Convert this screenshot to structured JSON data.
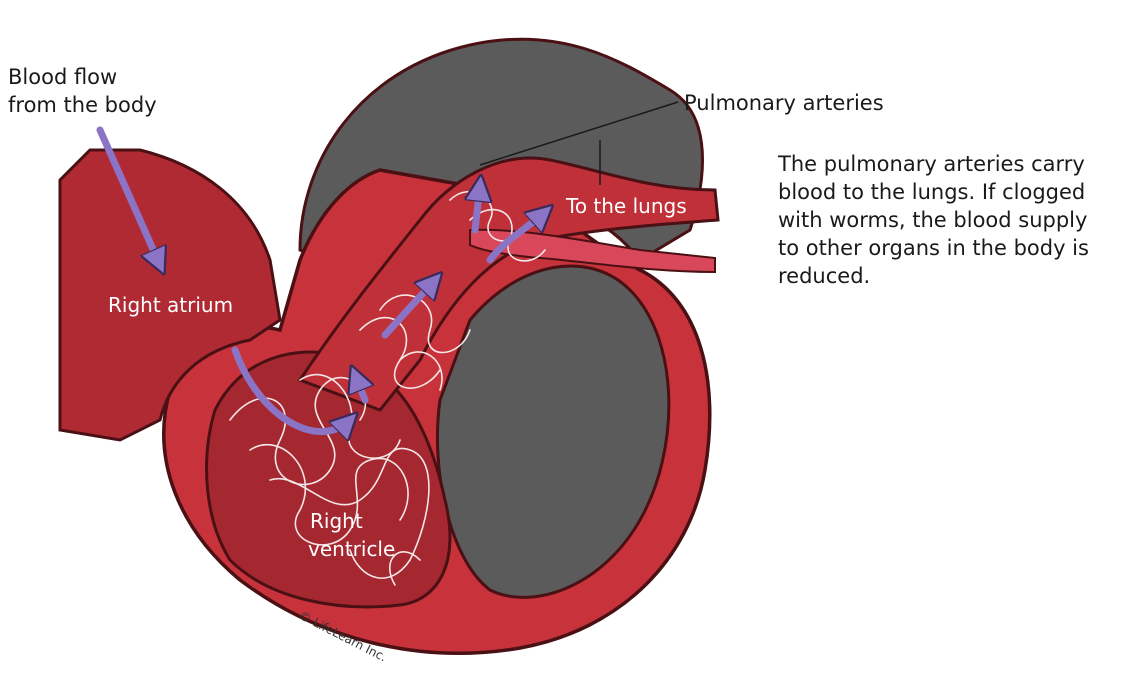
{
  "labels": {
    "blood_flow": [
      "Blood flow",
      "from the body"
    ],
    "right_atrium": "Right atrium",
    "pulmonary_arteries": "Pulmonary arteries",
    "to_the_lungs": "To the lungs",
    "right_ventricle": [
      "Right",
      "ventricle"
    ],
    "copyright": "© LifeLearn Inc."
  },
  "note": {
    "lines": [
      "The pulmonary arteries carry",
      "blood to the lungs. If clogged",
      "with worms, the blood supply",
      "to other organs in the body is",
      "reduced."
    ]
  },
  "colors": {
    "heart_red": "#c8333b",
    "heart_outline": "#4a1014",
    "chamber_dark": "#5a5a5a",
    "arrow_purple": "#8b74c6",
    "worm_white": "#f4e6e6"
  }
}
